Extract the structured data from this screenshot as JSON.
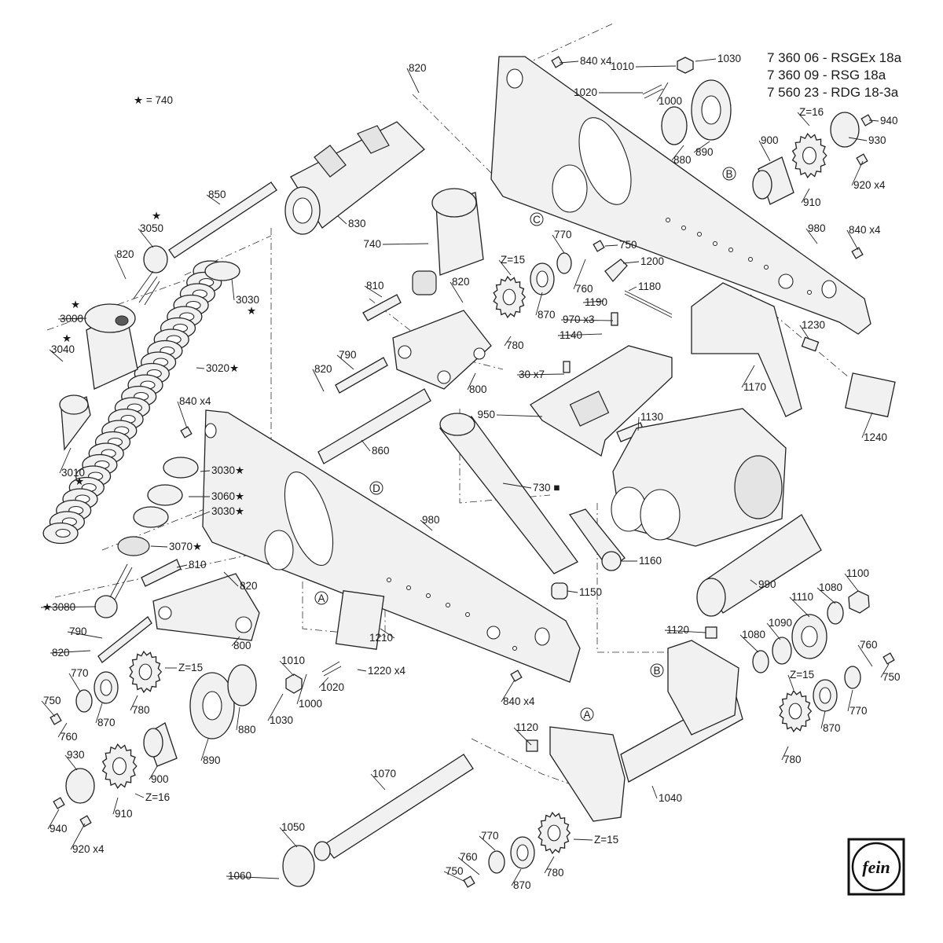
{
  "header": {
    "lines": [
      "7 360 06 - RSGEx 18a",
      "7 360 09 - RSG 18a",
      "7 560 23 - RDG 18-3a"
    ]
  },
  "legend": {
    "star_note": "★ = 740"
  },
  "callouts": [
    {
      "id": "c1",
      "text": "840 x4"
    },
    {
      "id": "c2",
      "text": "1010"
    },
    {
      "id": "c3",
      "text": "1030"
    },
    {
      "id": "c4",
      "text": "820"
    },
    {
      "id": "c5",
      "text": "1020"
    },
    {
      "id": "c6",
      "text": "1000"
    },
    {
      "id": "c7",
      "text": "880"
    },
    {
      "id": "c8",
      "text": "890"
    },
    {
      "id": "c9",
      "text": "Z=16"
    },
    {
      "id": "c10",
      "text": "940"
    },
    {
      "id": "c11",
      "text": "900"
    },
    {
      "id": "c12",
      "text": "930"
    },
    {
      "id": "c13",
      "text": "920 x4"
    },
    {
      "id": "c14",
      "text": "910"
    },
    {
      "id": "c15",
      "text": "850"
    },
    {
      "id": "c16",
      "text": "830"
    },
    {
      "id": "c17",
      "text": "740"
    },
    {
      "id": "c18",
      "text": "770"
    },
    {
      "id": "c19",
      "text": "750"
    },
    {
      "id": "c20",
      "text": "1200"
    },
    {
      "id": "c21",
      "text": "Z=15"
    },
    {
      "id": "c22",
      "text": "760"
    },
    {
      "id": "c23",
      "text": "1180"
    },
    {
      "id": "c24",
      "text": "870"
    },
    {
      "id": "c25",
      "text": "1190"
    },
    {
      "id": "c26",
      "text": "980"
    },
    {
      "id": "c27",
      "text": "840 x4"
    },
    {
      "id": "c28",
      "text": "810"
    },
    {
      "id": "c29",
      "text": "820"
    },
    {
      "id": "c30",
      "text": "970 x3"
    },
    {
      "id": "c31",
      "text": "1140"
    },
    {
      "id": "c32",
      "text": "780"
    },
    {
      "id": "c33",
      "text": "1230"
    },
    {
      "id": "c34",
      "text": "790"
    },
    {
      "id": "c35",
      "text": "820"
    },
    {
      "id": "c36",
      "text": "30 x7"
    },
    {
      "id": "c37",
      "text": "800"
    },
    {
      "id": "c38",
      "text": "1170"
    },
    {
      "id": "c39",
      "text": "950"
    },
    {
      "id": "c40",
      "text": "1130"
    },
    {
      "id": "c41",
      "text": "860"
    },
    {
      "id": "c42",
      "text": "1240"
    },
    {
      "id": "c43",
      "text": "730 ■"
    },
    {
      "id": "c44",
      "text": "980"
    },
    {
      "id": "c45",
      "text": "1160"
    },
    {
      "id": "c46",
      "text": "1150"
    },
    {
      "id": "c47",
      "text": "990"
    },
    {
      "id": "c48",
      "text": "1100"
    },
    {
      "id": "c49",
      "text": "1080"
    },
    {
      "id": "c50",
      "text": "1110"
    },
    {
      "id": "c51",
      "text": "1120"
    },
    {
      "id": "c52",
      "text": "1080"
    },
    {
      "id": "c53",
      "text": "1090"
    },
    {
      "id": "c54",
      "text": "1210"
    },
    {
      "id": "c55",
      "text": "760"
    },
    {
      "id": "c56",
      "text": "750"
    },
    {
      "id": "c57",
      "text": "1010"
    },
    {
      "id": "c58",
      "text": "1220 x4"
    },
    {
      "id": "c59",
      "text": "Z=15"
    },
    {
      "id": "c60",
      "text": "1020"
    },
    {
      "id": "c61",
      "text": "1000"
    },
    {
      "id": "c62",
      "text": "1030"
    },
    {
      "id": "c63",
      "text": "840 x4"
    },
    {
      "id": "c64",
      "text": "870"
    },
    {
      "id": "c65",
      "text": "770"
    },
    {
      "id": "c66",
      "text": "780"
    },
    {
      "id": "c67",
      "text": "1120"
    },
    {
      "id": "c68",
      "text": "1040"
    },
    {
      "id": "c69",
      "text": "1070"
    },
    {
      "id": "c70",
      "text": "1050"
    },
    {
      "id": "c71",
      "text": "1060"
    },
    {
      "id": "c72",
      "text": "770"
    },
    {
      "id": "c73",
      "text": "760"
    },
    {
      "id": "c74",
      "text": "750"
    },
    {
      "id": "c75",
      "text": "870"
    },
    {
      "id": "c76",
      "text": "Z=15"
    },
    {
      "id": "c77",
      "text": "780"
    },
    {
      "id": "c78",
      "text": "3050"
    },
    {
      "id": "c79",
      "text": "820"
    },
    {
      "id": "c80",
      "text": "3030"
    },
    {
      "id": "c81",
      "text": "3000"
    },
    {
      "id": "c82",
      "text": "3040"
    },
    {
      "id": "c83",
      "text": "3020★"
    },
    {
      "id": "c84",
      "text": "840 x4"
    },
    {
      "id": "c85",
      "text": "3010"
    },
    {
      "id": "c86",
      "text": "3030★"
    },
    {
      "id": "c87",
      "text": "3060★"
    },
    {
      "id": "c88",
      "text": "3030★"
    },
    {
      "id": "c89",
      "text": "3070★"
    },
    {
      "id": "c90",
      "text": "810"
    },
    {
      "id": "c91",
      "text": "820"
    },
    {
      "id": "c92",
      "text": "★3080"
    },
    {
      "id": "c93",
      "text": "790"
    },
    {
      "id": "c94",
      "text": "820"
    },
    {
      "id": "c95",
      "text": "800"
    },
    {
      "id": "c96",
      "text": "Z=15"
    },
    {
      "id": "c97",
      "text": "770"
    },
    {
      "id": "c98",
      "text": "750"
    },
    {
      "id": "c99",
      "text": "760"
    },
    {
      "id": "c100",
      "text": "870"
    },
    {
      "id": "c101",
      "text": "780"
    },
    {
      "id": "c102",
      "text": "880"
    },
    {
      "id": "c103",
      "text": "890"
    },
    {
      "id": "c104",
      "text": "900"
    },
    {
      "id": "c105",
      "text": "930"
    },
    {
      "id": "c106",
      "text": "910"
    },
    {
      "id": "c107",
      "text": "Z=16"
    },
    {
      "id": "c108",
      "text": "940"
    },
    {
      "id": "c109",
      "text": "920 x4"
    },
    {
      "id": "c110",
      "text": "★"
    },
    {
      "id": "c111",
      "text": "★"
    },
    {
      "id": "c112",
      "text": "★"
    },
    {
      "id": "c113",
      "text": "★"
    },
    {
      "id": "c114",
      "text": "★"
    }
  ],
  "markers": [
    {
      "id": "mB1",
      "text": "B"
    },
    {
      "id": "mC",
      "text": "C"
    },
    {
      "id": "mD",
      "text": "D"
    },
    {
      "id": "mA1",
      "text": "A"
    },
    {
      "id": "mB2",
      "text": "B"
    },
    {
      "id": "mA2",
      "text": "A"
    }
  ],
  "logo": {
    "text": "fein"
  }
}
